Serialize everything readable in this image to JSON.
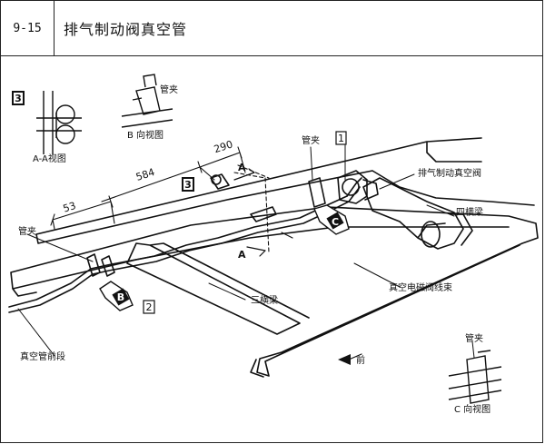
{
  "header": {
    "section_number": "9-15",
    "title": "排气制动阀真空管"
  },
  "diagram": {
    "labels": {
      "view_aa": "A-A视图",
      "view_b": "B 向视图",
      "view_c": "C 向视图",
      "clamp_b": "管夹",
      "clamp_top": "管夹",
      "clamp_left": "管夹",
      "clamp_c": "管夹",
      "exhaust_valve": "排气制动真空阀",
      "crossmember_4": "四横梁",
      "crossmember_3": "三横梁",
      "solenoid_harness": "真空电磁阀线束",
      "vacuum_front": "真空管前段",
      "front": "前"
    },
    "dimensions": {
      "d53": "53",
      "d584": "584",
      "d290": "290"
    },
    "callouts": {
      "c1": "1",
      "c2": "2",
      "c3a": "3",
      "c3b": "3"
    },
    "arrows": {
      "a_upper": "A",
      "a_lower": "A",
      "view_b_arrow": "B",
      "view_c_arrow": "C"
    }
  }
}
